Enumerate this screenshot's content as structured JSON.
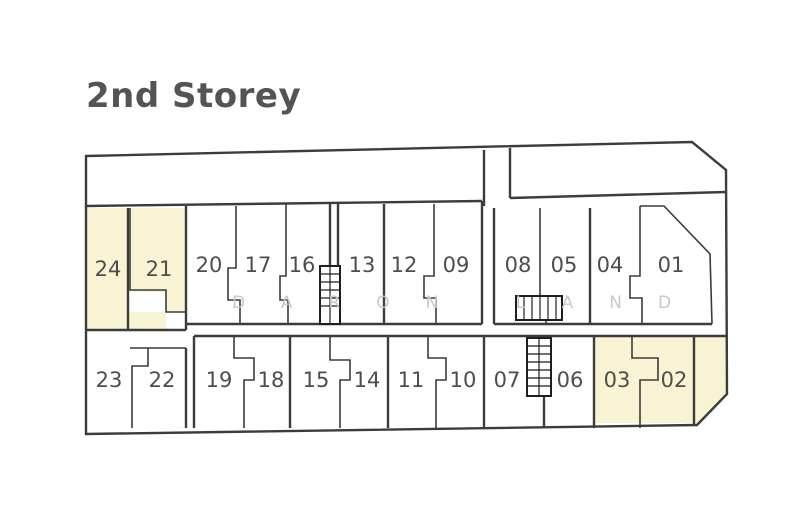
{
  "title": "2nd Storey",
  "watermark": "DARON LAND",
  "highlight_color": "#f8f3d3",
  "units": [
    {
      "id": "24",
      "label": "24",
      "highlighted": true
    },
    {
      "id": "21",
      "label": "21",
      "highlighted": true
    },
    {
      "id": "20",
      "label": "20",
      "highlighted": false
    },
    {
      "id": "17",
      "label": "17",
      "highlighted": false
    },
    {
      "id": "16",
      "label": "16",
      "highlighted": false
    },
    {
      "id": "13",
      "label": "13",
      "highlighted": false
    },
    {
      "id": "12",
      "label": "12",
      "highlighted": false
    },
    {
      "id": "09",
      "label": "09",
      "highlighted": false
    },
    {
      "id": "08",
      "label": "08",
      "highlighted": false
    },
    {
      "id": "05",
      "label": "05",
      "highlighted": false
    },
    {
      "id": "04",
      "label": "04",
      "highlighted": false
    },
    {
      "id": "01",
      "label": "01",
      "highlighted": false
    },
    {
      "id": "23",
      "label": "23",
      "highlighted": false
    },
    {
      "id": "22",
      "label": "22",
      "highlighted": false
    },
    {
      "id": "19",
      "label": "19",
      "highlighted": false
    },
    {
      "id": "18",
      "label": "18",
      "highlighted": false
    },
    {
      "id": "15",
      "label": "15",
      "highlighted": false
    },
    {
      "id": "14",
      "label": "14",
      "highlighted": false
    },
    {
      "id": "11",
      "label": "11",
      "highlighted": false
    },
    {
      "id": "10",
      "label": "10",
      "highlighted": false
    },
    {
      "id": "07",
      "label": "07",
      "highlighted": false
    },
    {
      "id": "06",
      "label": "06",
      "highlighted": false
    },
    {
      "id": "03",
      "label": "03",
      "highlighted": true
    },
    {
      "id": "02",
      "label": "02",
      "highlighted": true
    }
  ]
}
